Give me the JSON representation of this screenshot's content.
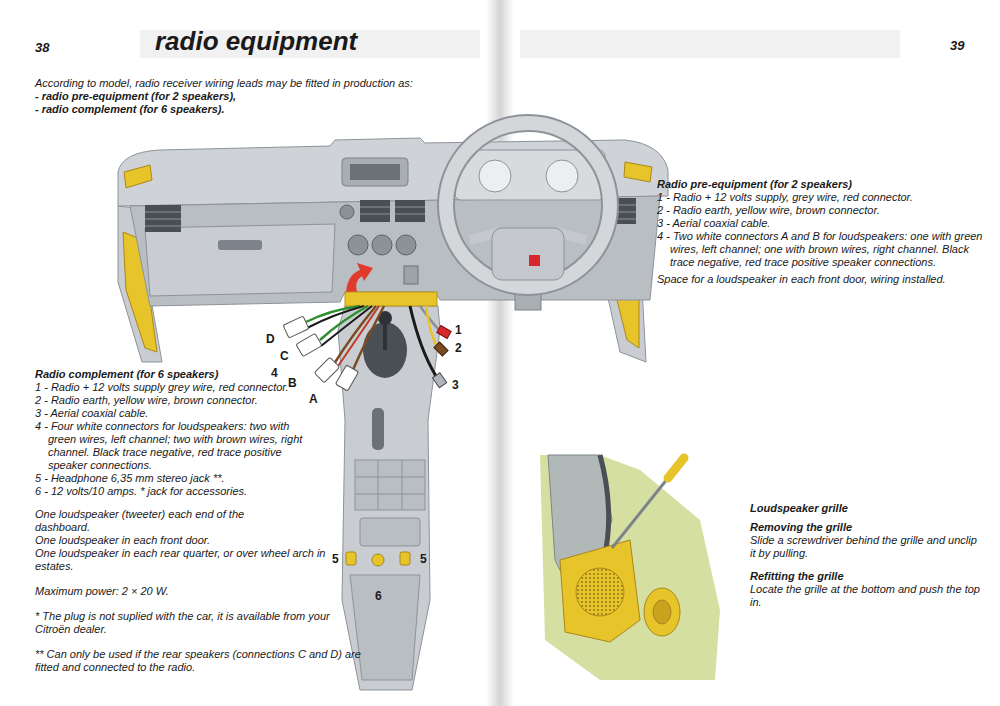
{
  "diagram": {
    "title": "radio equipment",
    "labels": [
      "38",
      "39",
      "According to model, radio receiver wiring leads may be fitted in production as:",
      "- radio pre-equipment (for 2 speakers),",
      "- radio complement (for 6 speakers).",
      "Radio pre-equipment (for 2 speakers)",
      "1 - Radio + 12 volts supply, grey wire, red connector.",
      "2 - Radio earth, yellow wire, brown connector.",
      "3 - Aerial coaxial cable.",
      "4 - Two white connectors A and B for loudspeakers: one with green wires, left channel; one with brown wires, right channel. Black trace negative, red trace positive speaker connections.",
      "Space for a loudspeaker in each front door, wiring installed.",
      "D",
      "C",
      "4",
      "B",
      "A",
      "1",
      "2",
      "3",
      "Radio complement (for 6 speakers)",
      "1 - Radio + 12 volts supply grey wire, red connector.",
      "2 - Radio earth, yellow wire, brown connector.",
      "3 - Aerial coaxial cable.",
      "4 - Four white connectors for loudspeakers: two with green wires, left channel; two with brown wires, right channel. Black trace negative, red trace positive speaker connections.",
      "5 - Headphone 6,35 mm stereo jack **.",
      "6 - 12 volts/10 amps. * jack for accessories.",
      "One loudspeaker (tweeter) each end of the dashboard.",
      "One loudspeaker in each front door.",
      "One loudspeaker in each rear quarter, or over wheel arch in estates.",
      "Maximum power: 2 × 20 W.",
      "* The plug is not suplied with the car, it is available from your Citroën dealer.",
      "** Can only be used if the rear speakers (connections C and D) are fitted and connected to the radio.",
      "5",
      "5",
      "6",
      "Loudspeaker grille",
      "Removing the grille",
      "Slide a screwdriver behind the grille and unclip it by pulling.",
      "Refitting the grille",
      "Locate the grille at the bottom and push the top in."
    ]
  }
}
